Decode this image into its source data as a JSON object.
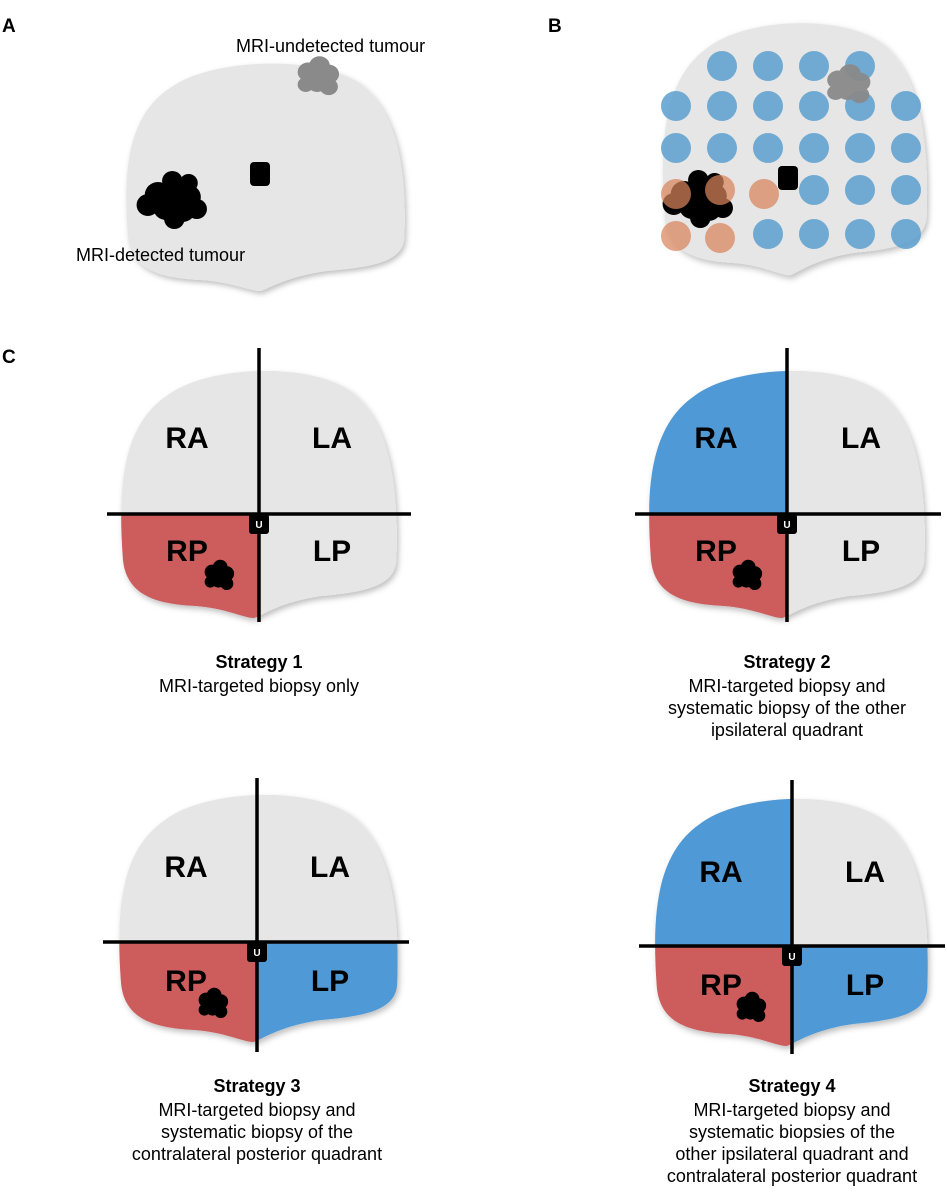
{
  "colors": {
    "prostate": "#e6e6e6",
    "target": "#cd5c5c",
    "systematic": "#4f9ad6",
    "tumour_detected": "#000000",
    "tumour_undetected": "#8a8a8a",
    "dot_blue": "#5b9fcf",
    "dot_orange": "#d9845a"
  },
  "panels": {
    "a": {
      "letter": "A",
      "undetected_label": "MRI-undetected tumour",
      "detected_label": "MRI-detected tumour"
    },
    "b": {
      "letter": "B"
    },
    "c": {
      "letter": "C",
      "strategies": [
        {
          "title": "Strategy 1",
          "lines": [
            "MRI-targeted biopsy only"
          ],
          "quadrants": {
            "ra": "RA",
            "la": "LA",
            "rp": "RP",
            "lp": "LP"
          },
          "urethra": "U"
        },
        {
          "title": "Strategy 2",
          "lines": [
            "MRI-targeted biopsy and",
            "systematic biopsy of the other",
            "ipsilateral quadrant"
          ],
          "quadrants": {
            "ra": "RA",
            "la": "LA",
            "rp": "RP",
            "lp": "LP"
          },
          "urethra": "U"
        },
        {
          "title": "Strategy 3",
          "lines": [
            "MRI-targeted biopsy and",
            "systematic biopsy of the",
            "contralateral posterior quadrant"
          ],
          "quadrants": {
            "ra": "RA",
            "la": "LA",
            "rp": "RP",
            "lp": "LP"
          },
          "urethra": "U"
        },
        {
          "title": "Strategy 4",
          "lines": [
            "MRI-targeted biopsy and",
            "systematic biopsies of the",
            "other ipsilateral quadrant and",
            "contralateral posterior quadrant"
          ],
          "quadrants": {
            "ra": "RA",
            "la": "LA",
            "rp": "RP",
            "lp": "LP"
          },
          "urethra": "U"
        }
      ]
    }
  }
}
